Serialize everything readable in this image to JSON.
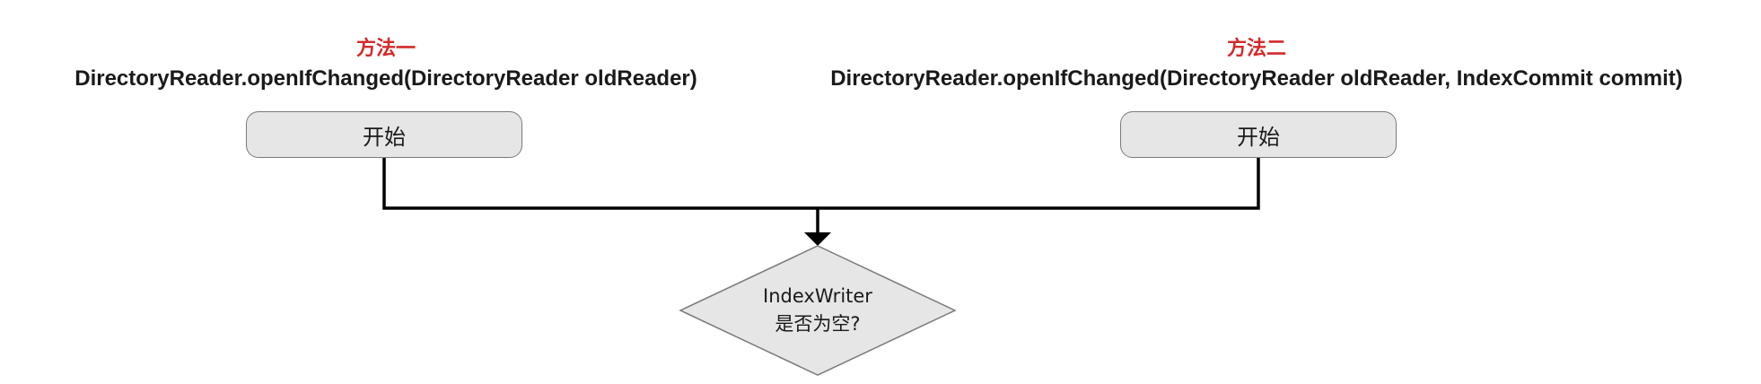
{
  "method_one": {
    "title": "方法一",
    "signature": "DirectoryReader.openIfChanged(DirectoryReader oldReader)",
    "start_label": "开始"
  },
  "method_two": {
    "title": "方法二",
    "signature": "DirectoryReader.openIfChanged(DirectoryReader oldReader, IndexCommit commit)",
    "start_label": "开始"
  },
  "decision": {
    "line1": "IndexWriter",
    "line2": "是否为空?"
  },
  "colors": {
    "method_title": "#d42a2a",
    "node_fill": "#e6e6e6",
    "node_stroke": "#7a7a7a",
    "connector": "#000000"
  }
}
